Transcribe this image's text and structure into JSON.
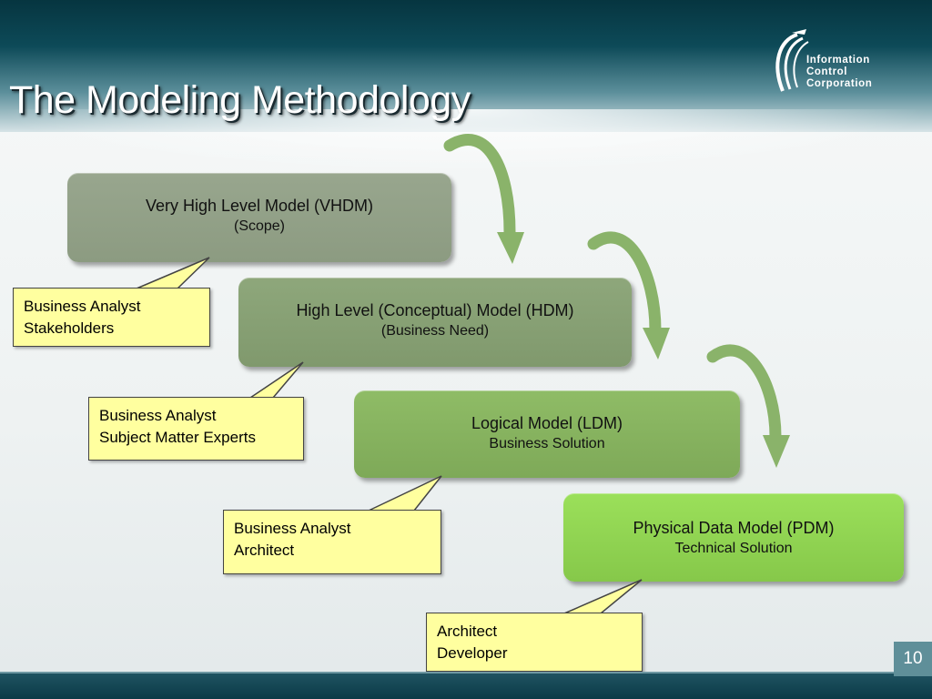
{
  "slide": {
    "title": "The Modeling Methodology",
    "page_number": "10"
  },
  "logo": {
    "lines": [
      "Information",
      "Control",
      "Corporation"
    ]
  },
  "models": [
    {
      "line1": "Very High Level Model (VHDM)",
      "line2": "(Scope)"
    },
    {
      "line1": "High Level (Conceptual) Model (HDM)",
      "line2": "(Business Need)"
    },
    {
      "line1": "Logical Model (LDM)",
      "line2": "Business Solution"
    },
    {
      "line1": "Physical Data Model (PDM)",
      "line2": "Technical Solution"
    }
  ],
  "roles": [
    {
      "line1": "Business Analyst",
      "line2": "Stakeholders"
    },
    {
      "line1": "Business Analyst",
      "line2": "Subject Matter Experts"
    },
    {
      "line1": "Business Analyst",
      "line2": "Architect"
    },
    {
      "line1": "Architect",
      "line2": "Developer"
    }
  ],
  "colors": {
    "header_dark": "#063540",
    "callout_fill": "#ffff9f",
    "arrow_green": "#8ab36a"
  }
}
